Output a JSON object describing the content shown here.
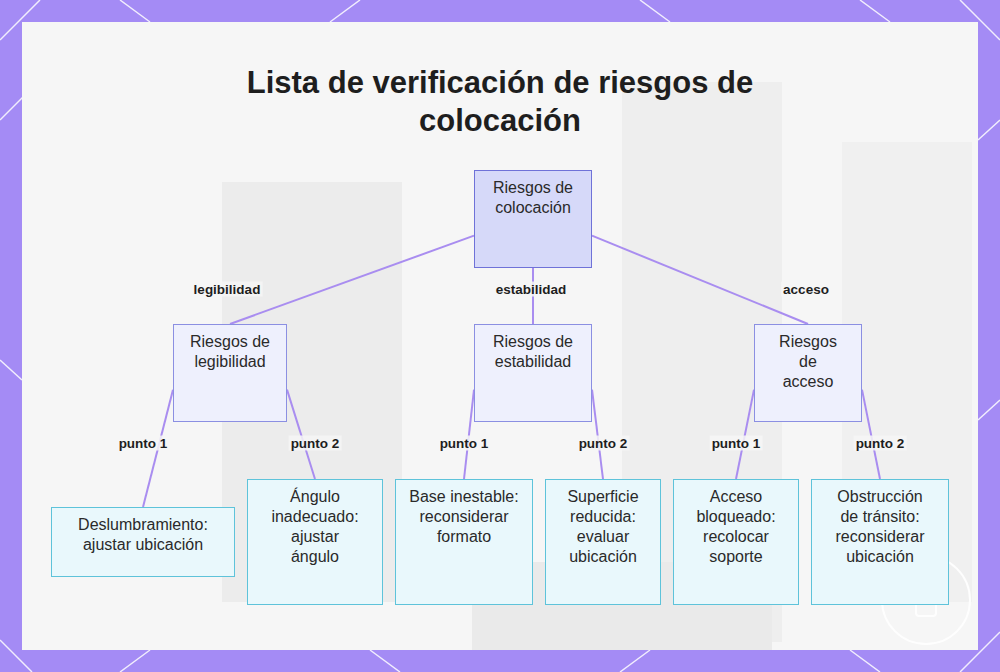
{
  "diagram": {
    "title": "Lista de verificación de riesgos de colocación",
    "nodes": [
      {
        "text": [
          "Riesgos de colocación"
        ]
      },
      {
        "text": [
          "Riesgos de legibilidad"
        ]
      },
      {
        "text": [
          "Riesgos de estabilidad"
        ]
      },
      {
        "text": [
          "Riesgos de acceso"
        ]
      },
      {
        "text": [
          "Deslumbramiento: ajustar ubicación"
        ]
      },
      {
        "text": [
          "Ángulo inadecuado: ajustar ángulo"
        ]
      },
      {
        "text": [
          "Base inestable: reconsiderar formato"
        ]
      },
      {
        "text": [
          "Superficie reducida: evaluar ubicación"
        ]
      },
      {
        "text": [
          "Acceso bloqueado: recolocar soporte"
        ]
      },
      {
        "text": [
          "Obstrucción de tránsito: reconsiderar ubicación"
        ]
      }
    ],
    "edges": [
      {
        "from": 0,
        "to": 1,
        "label": "legibilidad",
        "arrow": "none"
      },
      {
        "from": 0,
        "to": 2,
        "label": "estabilidad",
        "arrow": "none"
      },
      {
        "from": 0,
        "to": 3,
        "label": "acceso",
        "arrow": "none"
      },
      {
        "from": 1,
        "to": 4,
        "label": "punto 1",
        "arrow": "none"
      },
      {
        "from": 1,
        "to": 5,
        "label": "punto 2",
        "arrow": "none"
      },
      {
        "from": 2,
        "to": 6,
        "label": "punto 1",
        "arrow": "none"
      },
      {
        "from": 2,
        "to": 7,
        "label": "punto 2",
        "arrow": "none"
      },
      {
        "from": 3,
        "to": 8,
        "label": "punto 1",
        "arrow": "none"
      },
      {
        "from": 3,
        "to": 9,
        "label": "punto 2",
        "arrow": "none"
      }
    ]
  }
}
